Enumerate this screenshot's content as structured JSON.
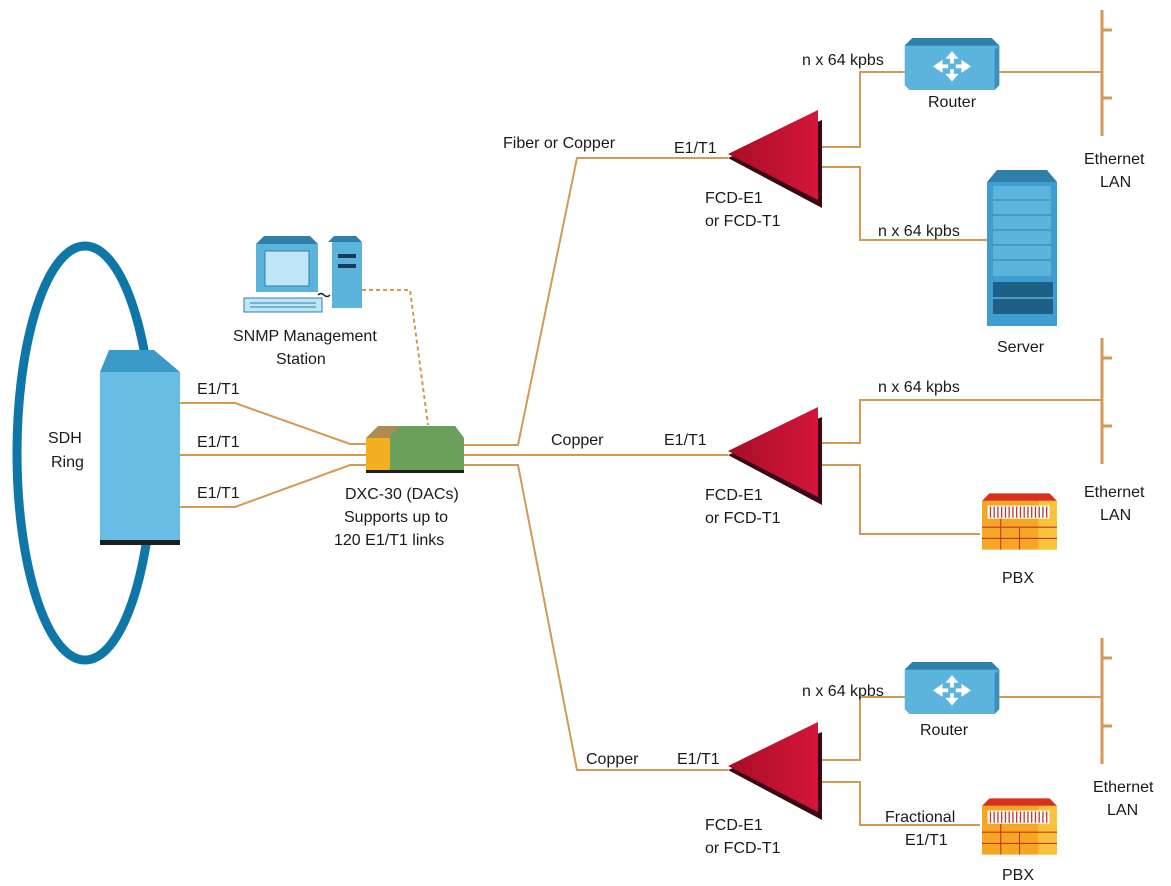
{
  "colors": {
    "link": "#d29a52",
    "ring": "#0f77a8",
    "sdh_fill": "#67bde3",
    "sdh_top": "#3a9bc9",
    "fcd": "#c8102e",
    "fcd_dark": "#3a0a14",
    "dxc_green": "#6aa05a",
    "dxc_yellow": "#f2b021",
    "dxc_brown": "#b08a4f",
    "router": "#5cb3dc",
    "server": "#3f9ed1",
    "pbx": "#f5a623",
    "pbx_grid": "#c0392b"
  },
  "sdh": {
    "label_line1": "SDH",
    "label_line2": "Ring"
  },
  "sdh_links": [
    "E1/T1",
    "E1/T1",
    "E1/T1"
  ],
  "management": {
    "line1": "SNMP Management",
    "line2": "Station",
    "icon": "computer-icon"
  },
  "dxc": {
    "line1": "DXC-30 (DACs)",
    "line2": "Supports up to",
    "line3": "120 E1/T1 links"
  },
  "branches": [
    {
      "medium": "Fiber or Copper",
      "link": "E1/T1",
      "fcd_line1": "FCD-E1",
      "fcd_line2": "or FCD-T1",
      "out1": {
        "rate": "n x 64 kpbs",
        "device": "Router",
        "icon": "router-icon"
      },
      "out2": {
        "rate": "n x 64 kpbs",
        "device": "Server",
        "icon": "server-icon"
      },
      "lan_line1": "Ethernet",
      "lan_line2": "LAN"
    },
    {
      "medium": "Copper",
      "link": "E1/T1",
      "fcd_line1": "FCD-E1",
      "fcd_line2": "or FCD-T1",
      "out1": {
        "rate": "n x 64 kpbs"
      },
      "out2": {
        "device": "PBX",
        "icon": "pbx-icon"
      },
      "lan_line1": "Ethernet",
      "lan_line2": "LAN"
    },
    {
      "medium": "Copper",
      "link": "E1/T1",
      "fcd_line1": "FCD-E1",
      "fcd_line2": "or FCD-T1",
      "out1": {
        "rate": "n x 64 kpbs",
        "device": "Router",
        "icon": "router-icon"
      },
      "out2": {
        "rate_line1": "Fractional",
        "rate_line2": "E1/T1",
        "device": "PBX",
        "icon": "pbx-icon"
      },
      "lan_line1": "Ethernet",
      "lan_line2": "LAN"
    }
  ]
}
